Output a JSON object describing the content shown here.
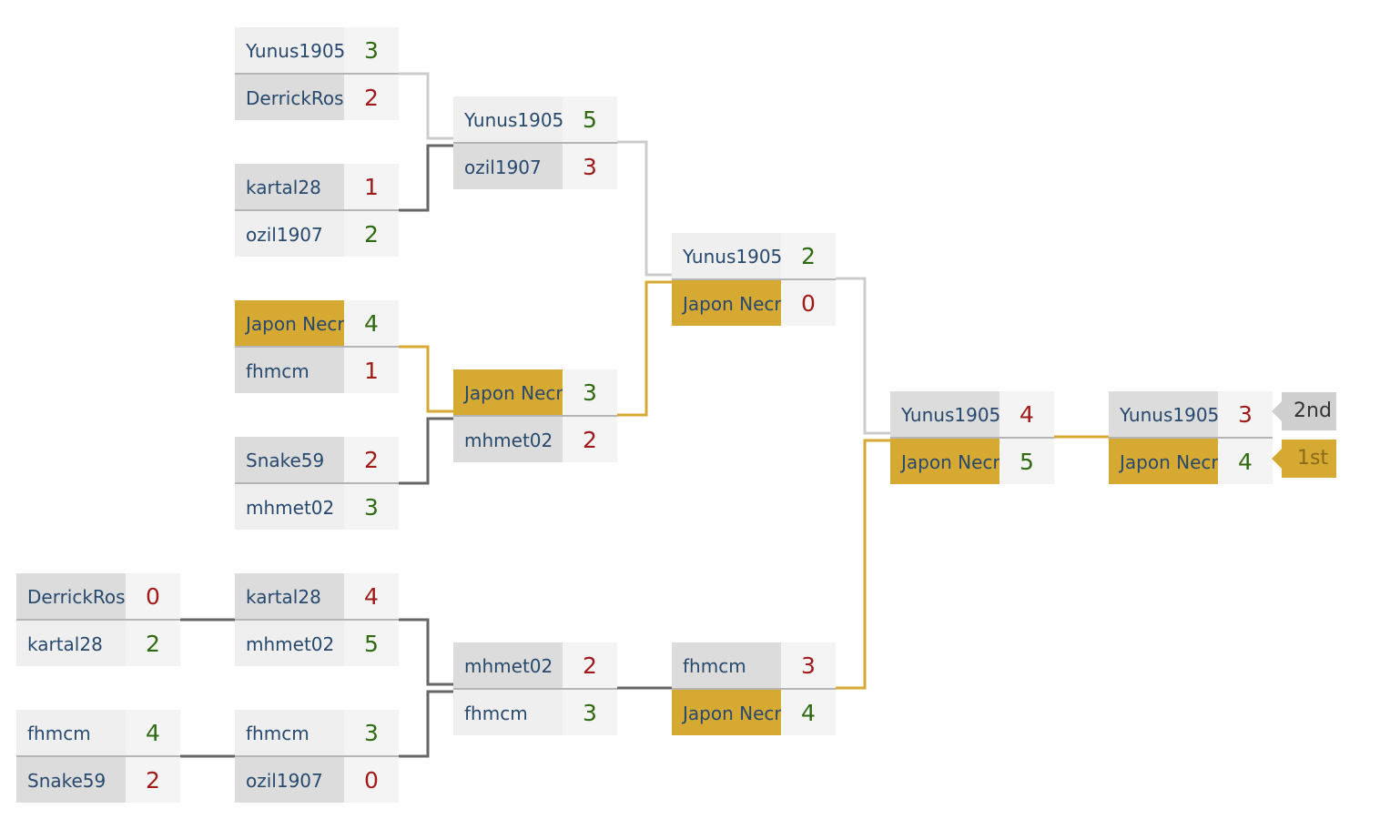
{
  "colors": {
    "champion_path": "#d6a932",
    "winner_path": "#cccccc",
    "loser_path": "#666666",
    "team_name_text": "#27496e",
    "winning_score": "#2d6a11",
    "losing_score": "#a11a1a"
  },
  "matches": [
    {
      "id": "wr1-m1",
      "teams": [
        {
          "name": "Yunus1905",
          "score": "3",
          "result": "win",
          "champ": false
        },
        {
          "name": "DerrickRos",
          "score": "2",
          "result": "lose",
          "champ": false
        }
      ]
    },
    {
      "id": "wr1-m2",
      "teams": [
        {
          "name": "kartal28",
          "score": "1",
          "result": "lose",
          "champ": false
        },
        {
          "name": "ozil1907",
          "score": "2",
          "result": "win",
          "champ": false
        }
      ]
    },
    {
      "id": "wr1-m3",
      "teams": [
        {
          "name": "Japon Necr",
          "score": "4",
          "result": "win",
          "champ": true
        },
        {
          "name": "fhmcm",
          "score": "1",
          "result": "lose",
          "champ": false
        }
      ]
    },
    {
      "id": "wr1-m4",
      "teams": [
        {
          "name": "Snake59",
          "score": "2",
          "result": "lose",
          "champ": false
        },
        {
          "name": "mhmet02",
          "score": "3",
          "result": "win",
          "champ": false
        }
      ]
    },
    {
      "id": "wr2-m1",
      "teams": [
        {
          "name": "Yunus1905",
          "score": "5",
          "result": "win",
          "champ": false
        },
        {
          "name": "ozil1907",
          "score": "3",
          "result": "lose",
          "champ": false
        }
      ]
    },
    {
      "id": "wr2-m2",
      "teams": [
        {
          "name": "Japon Necr",
          "score": "3",
          "result": "win",
          "champ": true
        },
        {
          "name": "mhmet02",
          "score": "2",
          "result": "lose",
          "champ": false
        }
      ]
    },
    {
      "id": "wf",
      "teams": [
        {
          "name": "Yunus1905",
          "score": "2",
          "result": "win",
          "champ": false
        },
        {
          "name": "Japon Necr",
          "score": "0",
          "result": "lose",
          "champ": true
        }
      ]
    },
    {
      "id": "lr1-m1",
      "teams": [
        {
          "name": "DerrickRos",
          "score": "0",
          "result": "lose",
          "champ": false
        },
        {
          "name": "kartal28",
          "score": "2",
          "result": "win",
          "champ": false
        }
      ]
    },
    {
      "id": "lr1-m2",
      "teams": [
        {
          "name": "fhmcm",
          "score": "4",
          "result": "win",
          "champ": false
        },
        {
          "name": "Snake59",
          "score": "2",
          "result": "lose",
          "champ": false
        }
      ]
    },
    {
      "id": "lr2-m1",
      "teams": [
        {
          "name": "kartal28",
          "score": "4",
          "result": "lose",
          "champ": false
        },
        {
          "name": "mhmet02",
          "score": "5",
          "result": "win",
          "champ": false
        }
      ]
    },
    {
      "id": "lr2-m2",
      "teams": [
        {
          "name": "fhmcm",
          "score": "3",
          "result": "win",
          "champ": false
        },
        {
          "name": "ozil1907",
          "score": "0",
          "result": "lose",
          "champ": false
        }
      ]
    },
    {
      "id": "lr3",
      "teams": [
        {
          "name": "mhmet02",
          "score": "2",
          "result": "lose",
          "champ": false
        },
        {
          "name": "fhmcm",
          "score": "3",
          "result": "win",
          "champ": false
        }
      ]
    },
    {
      "id": "lr4",
      "teams": [
        {
          "name": "fhmcm",
          "score": "3",
          "result": "lose",
          "champ": false
        },
        {
          "name": "Japon Necr",
          "score": "4",
          "result": "win",
          "champ": true
        }
      ]
    },
    {
      "id": "gf1",
      "teams": [
        {
          "name": "Yunus1905",
          "score": "4",
          "result": "lose",
          "champ": false
        },
        {
          "name": "Japon Necr",
          "score": "5",
          "result": "win",
          "champ": true
        }
      ]
    },
    {
      "id": "gf2",
      "teams": [
        {
          "name": "Yunus1905",
          "score": "3",
          "result": "lose",
          "champ": false
        },
        {
          "name": "Japon Necr",
          "score": "4",
          "result": "win",
          "champ": true
        }
      ]
    }
  ],
  "placements": {
    "second": "2nd",
    "first": "1st"
  }
}
